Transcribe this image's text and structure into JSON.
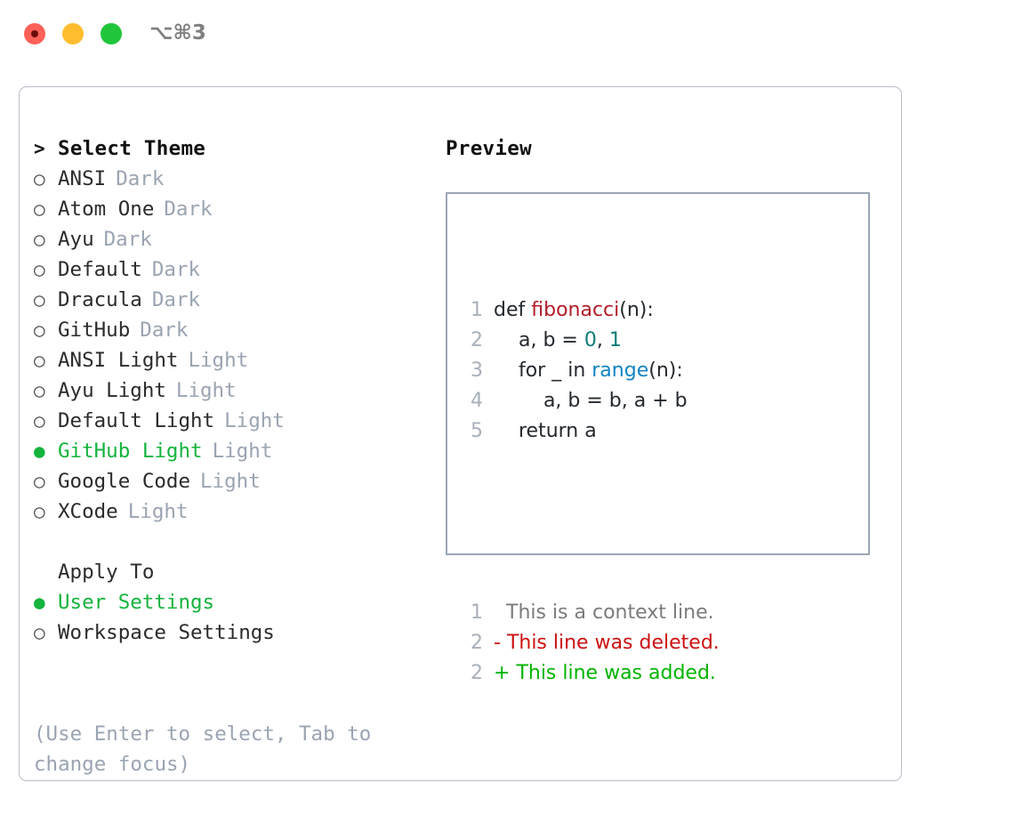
{
  "titlebar": {
    "shortcut": "⌥⌘3",
    "buttons": [
      {
        "name": "close",
        "color": "#ff6159"
      },
      {
        "name": "minimize",
        "color": "#ffbd2e"
      },
      {
        "name": "zoom",
        "color": "#21c53b"
      }
    ]
  },
  "theme_picker": {
    "header_caret": ">",
    "header_label": "Select Theme",
    "bullet_unselected": "○",
    "bullet_selected": "●",
    "items": [
      {
        "name": "ANSI",
        "tag": "Dark",
        "selected": false
      },
      {
        "name": "Atom One",
        "tag": "Dark",
        "selected": false
      },
      {
        "name": "Ayu",
        "tag": "Dark",
        "selected": false
      },
      {
        "name": "Default",
        "tag": "Dark",
        "selected": false
      },
      {
        "name": "Dracula",
        "tag": "Dark",
        "selected": false
      },
      {
        "name": "GitHub",
        "tag": "Dark",
        "selected": false
      },
      {
        "name": "ANSI Light",
        "tag": "Light",
        "selected": false
      },
      {
        "name": "Ayu Light",
        "tag": "Light",
        "selected": false
      },
      {
        "name": "Default Light",
        "tag": "Light",
        "selected": false
      },
      {
        "name": "GitHub Light",
        "tag": "Light",
        "selected": true
      },
      {
        "name": "Google Code",
        "tag": "Light",
        "selected": false
      },
      {
        "name": "XCode",
        "tag": "Light",
        "selected": false
      }
    ]
  },
  "apply_to": {
    "label": "Apply To",
    "options": [
      {
        "name": "User Settings",
        "selected": true
      },
      {
        "name": "Workspace Settings",
        "selected": false
      }
    ]
  },
  "hint": "(Use Enter to select, Tab to change focus)",
  "preview": {
    "title": "Preview",
    "code_lines": [
      {
        "num": "1",
        "segments": [
          {
            "text": "def ",
            "type": "plain"
          },
          {
            "text": "fibonacci",
            "type": "fn"
          },
          {
            "text": "(n):",
            "type": "plain"
          }
        ]
      },
      {
        "num": "2",
        "segments": [
          {
            "text": "    a, b = ",
            "type": "plain"
          },
          {
            "text": "0",
            "type": "num"
          },
          {
            "text": ", ",
            "type": "plain"
          },
          {
            "text": "1",
            "type": "num"
          }
        ]
      },
      {
        "num": "3",
        "segments": [
          {
            "text": "    for _ in ",
            "type": "plain"
          },
          {
            "text": "range",
            "type": "call"
          },
          {
            "text": "(n):",
            "type": "plain"
          }
        ]
      },
      {
        "num": "4",
        "segments": [
          {
            "text": "        a, b = b, a + b",
            "type": "plain"
          }
        ]
      },
      {
        "num": "5",
        "segments": [
          {
            "text": "    return a",
            "type": "plain"
          }
        ]
      }
    ],
    "diff_lines": [
      {
        "num": "1",
        "marker": " ",
        "text": "This is a context line.",
        "type": "context"
      },
      {
        "num": "2",
        "marker": "-",
        "text": "This line was deleted.",
        "type": "deleted"
      },
      {
        "num": "2",
        "marker": "+",
        "text": "This line was added.",
        "type": "added"
      }
    ]
  },
  "colors": {
    "selection_green": "#13b33c",
    "diff_added_green": "#00b400",
    "diff_deleted_red": "#cc1111",
    "muted_tag": "#9aa4b2",
    "panel_border": "#b7bec9",
    "preview_border": "#9aa7b5",
    "fn_red": "#b31d28",
    "num_teal": "#0f7c77",
    "call_blue": "#1184c4"
  }
}
